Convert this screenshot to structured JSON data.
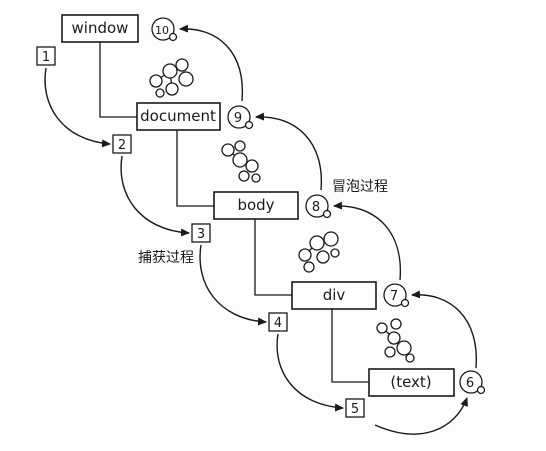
{
  "nodes": {
    "window": "window",
    "document": "document",
    "body": "body",
    "div": "div",
    "text": "(text)"
  },
  "capture_steps": [
    "1",
    "2",
    "3",
    "4",
    "5"
  ],
  "bubble_steps": [
    "6",
    "7",
    "8",
    "9",
    "10"
  ],
  "labels": {
    "capture_phase": "捕获过程",
    "bubble_phase": "冒泡过程"
  }
}
